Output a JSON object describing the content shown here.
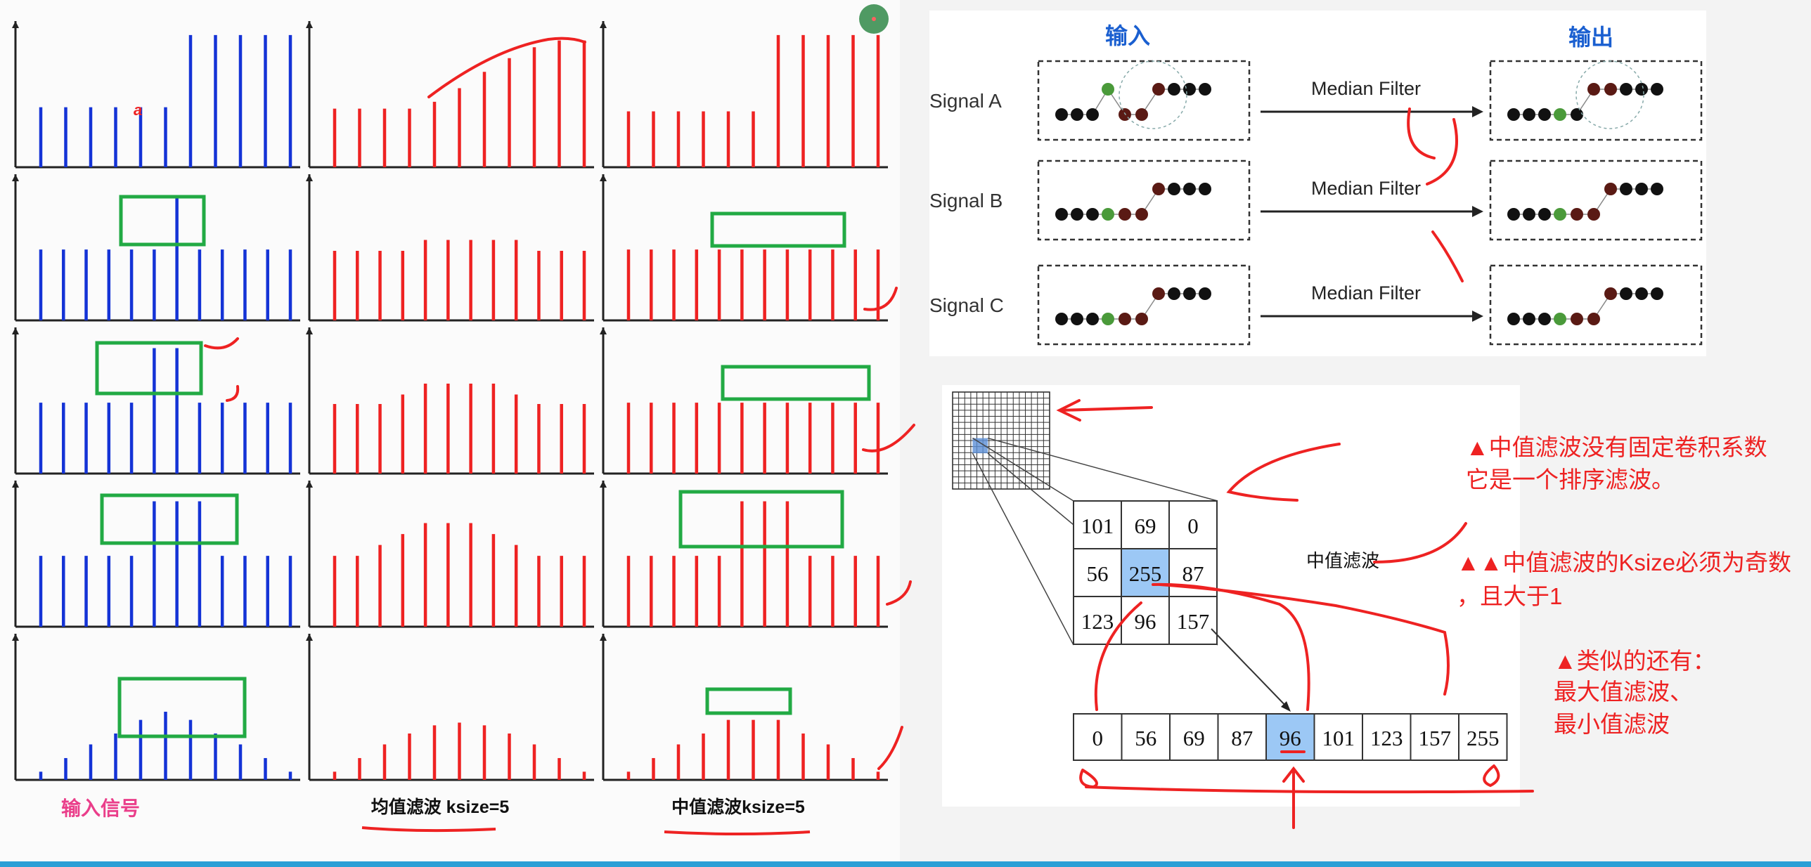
{
  "stem_grid": {
    "rows": [
      {
        "input": [
          0.44,
          0.44,
          0.44,
          0.44,
          0.44,
          0.44,
          0.97,
          0.97,
          0.97,
          0.97,
          0.97
        ],
        "mean": [
          0.43,
          0.43,
          0.43,
          0.43,
          0.48,
          0.58,
          0.7,
          0.8,
          0.88,
          0.93,
          0.93
        ],
        "median": [
          0.41,
          0.41,
          0.41,
          0.41,
          0.41,
          0.41,
          0.97,
          0.97,
          0.97,
          0.97,
          0.97
        ]
      },
      {
        "input": [
          0.52,
          0.52,
          0.52,
          0.52,
          0.52,
          0.52,
          0.91,
          0.52,
          0.52,
          0.52,
          0.52,
          0.52
        ],
        "mean": [
          0.51,
          0.51,
          0.51,
          0.51,
          0.59,
          0.59,
          0.59,
          0.59,
          0.59,
          0.51,
          0.51,
          0.51
        ],
        "median": [
          0.52,
          0.52,
          0.52,
          0.52,
          0.52,
          0.52,
          0.52,
          0.52,
          0.52,
          0.52,
          0.52,
          0.52
        ]
      },
      {
        "input": [
          0.52,
          0.52,
          0.52,
          0.52,
          0.52,
          0.92,
          0.92,
          0.52,
          0.52,
          0.52,
          0.52,
          0.52
        ],
        "mean": [
          0.51,
          0.51,
          0.51,
          0.58,
          0.66,
          0.66,
          0.66,
          0.66,
          0.58,
          0.51,
          0.51,
          0.51
        ],
        "median": [
          0.52,
          0.52,
          0.52,
          0.52,
          0.52,
          0.52,
          0.52,
          0.52,
          0.52,
          0.52,
          0.52,
          0.52
        ]
      },
      {
        "input": [
          0.52,
          0.52,
          0.52,
          0.52,
          0.52,
          0.92,
          0.92,
          0.92,
          0.52,
          0.52,
          0.52,
          0.52
        ],
        "mean": [
          0.52,
          0.52,
          0.6,
          0.68,
          0.76,
          0.76,
          0.76,
          0.68,
          0.6,
          0.52,
          0.52,
          0.52
        ],
        "median": [
          0.52,
          0.52,
          0.52,
          0.52,
          0.52,
          0.92,
          0.92,
          0.92,
          0.52,
          0.52,
          0.52,
          0.52
        ]
      },
      {
        "input": [
          0.06,
          0.16,
          0.26,
          0.34,
          0.44,
          0.5,
          0.44,
          0.34,
          0.26,
          0.16,
          0.06
        ],
        "mean": [
          0.06,
          0.16,
          0.26,
          0.34,
          0.4,
          0.42,
          0.4,
          0.34,
          0.26,
          0.16,
          0.06
        ],
        "median": [
          0.06,
          0.16,
          0.26,
          0.34,
          0.44,
          0.44,
          0.44,
          0.34,
          0.26,
          0.16,
          0.06
        ]
      }
    ],
    "labels": {
      "input": "输入信号",
      "mean": "均值滤波 ksize=5",
      "median": "中值滤波ksize=5"
    },
    "annotation_a": "a",
    "colors": {
      "input": "#1433d6",
      "filtered": "#ee2222",
      "box": "#22aa44",
      "label_pink": "#ea3e8a"
    }
  },
  "signal_diagram": {
    "input_heading": "输入",
    "output_heading": "输出",
    "rows": [
      {
        "name": "Signal A",
        "arrow_label": "Median Filter"
      },
      {
        "name": "Signal B",
        "arrow_label": "Median Filter"
      },
      {
        "name": "Signal C",
        "arrow_label": "Median Filter"
      }
    ],
    "heading_color": "#1a5fd0"
  },
  "kernel_example": {
    "matrix": [
      [
        "101",
        "69",
        "0"
      ],
      [
        "56",
        "255",
        "87"
      ],
      [
        "123",
        "96",
        "157"
      ]
    ],
    "sorted": [
      "0",
      "56",
      "69",
      "87",
      "96",
      "101",
      "123",
      "157",
      "255"
    ],
    "center_highlight": "#9cc8f5",
    "side_label": "中值滤波"
  },
  "notes": {
    "note1": [
      "▲中值滤波没有固定卷积系数",
      "它是一个排序滤波。"
    ],
    "note2": [
      "▲▲中值滤波的Ksize必须为奇数",
      "，且大于1"
    ],
    "note3": [
      "▲类似的还有：",
      "最大值滤波、",
      "最小值滤波"
    ],
    "color": "#ee2222"
  }
}
